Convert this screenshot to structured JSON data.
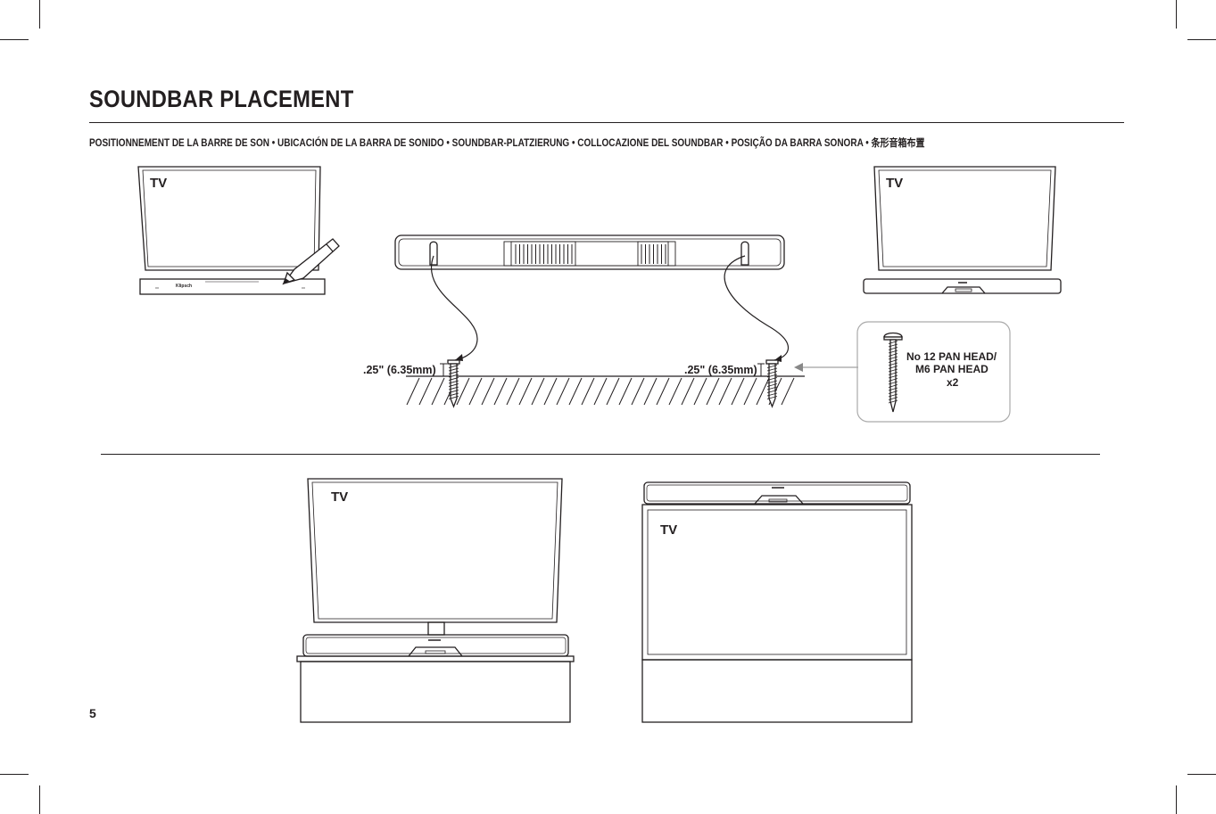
{
  "page": {
    "title": "SOUNDBAR PLACEMENT",
    "subtitle": "POSITIONNEMENT DE LA BARRE DE SON • UBICACIÓN DE LA BARRA DE SONIDO • SOUNDBAR-PLATZIERUNG • COLLOCAZIONE DEL SOUNDBAR • POSIÇÃO DA BARRA SONORA • 条形音箱布置",
    "page_number": "5"
  },
  "diagram": {
    "tv_label": "TV",
    "measure_left": ".25\" (6.35mm)",
    "measure_right": ".25\" (6.35mm)",
    "screw_line1": "No 12 PAN HEAD/",
    "screw_line2": "M6 PAN HEAD",
    "screw_qty": "x2",
    "brand_mark": "Klipsch"
  }
}
